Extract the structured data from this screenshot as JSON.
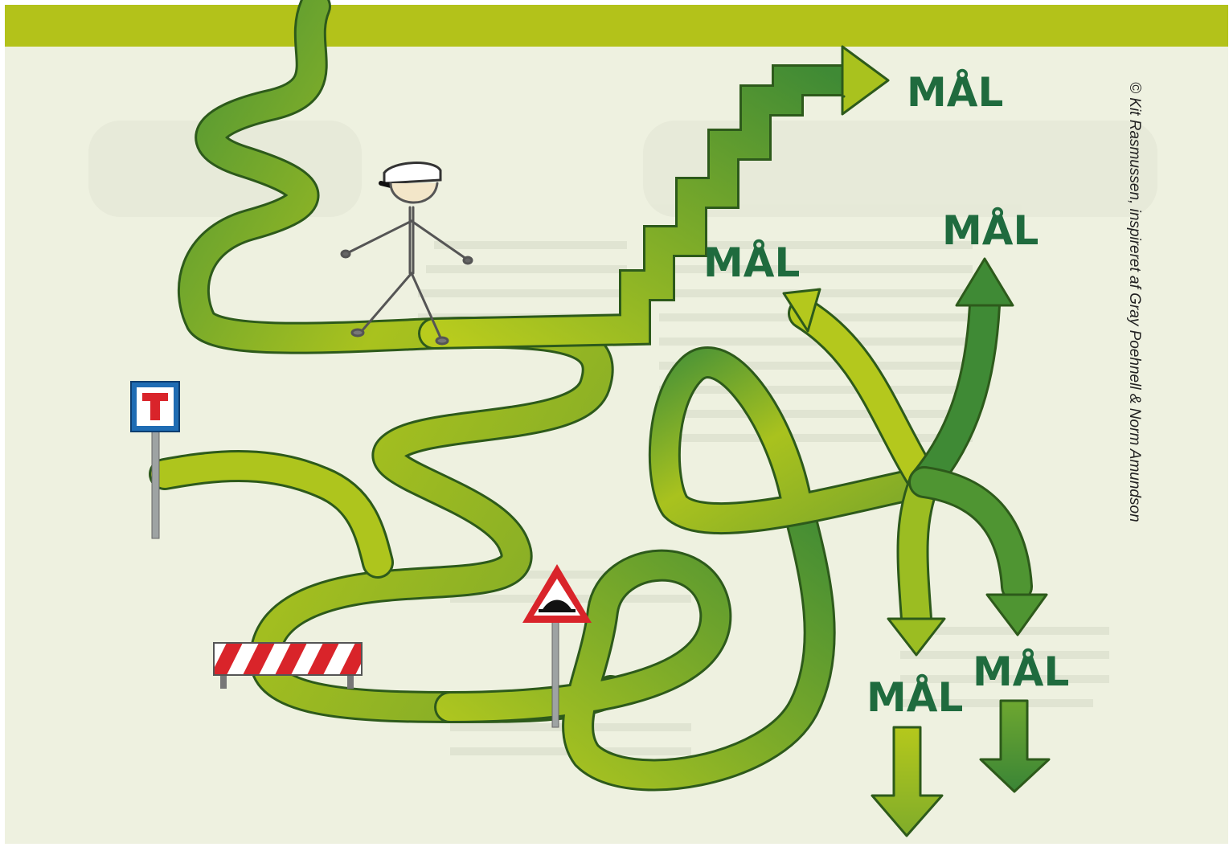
{
  "goal_labels": [
    "MÅL",
    "MÅL",
    "MÅL",
    "MÅL",
    "MÅL"
  ],
  "credit": "© Kit Rasmussen, inspireret af Gray Poehnell & Norm Amundson",
  "colors": {
    "top_band": "#b3c21a",
    "background": "#eef1e0",
    "road_light": "#b8cb1c",
    "road_dark": "#3f8a35",
    "road_outline": "#2d5a1b",
    "label_green": "#1f6b3e",
    "sign_blue": "#1f6cb3",
    "sign_red": "#d9242a"
  },
  "icons": [
    "dead-end-sign-icon",
    "speed-bump-warning-sign-icon",
    "road-barrier-icon",
    "stick-figure-student-icon"
  ]
}
